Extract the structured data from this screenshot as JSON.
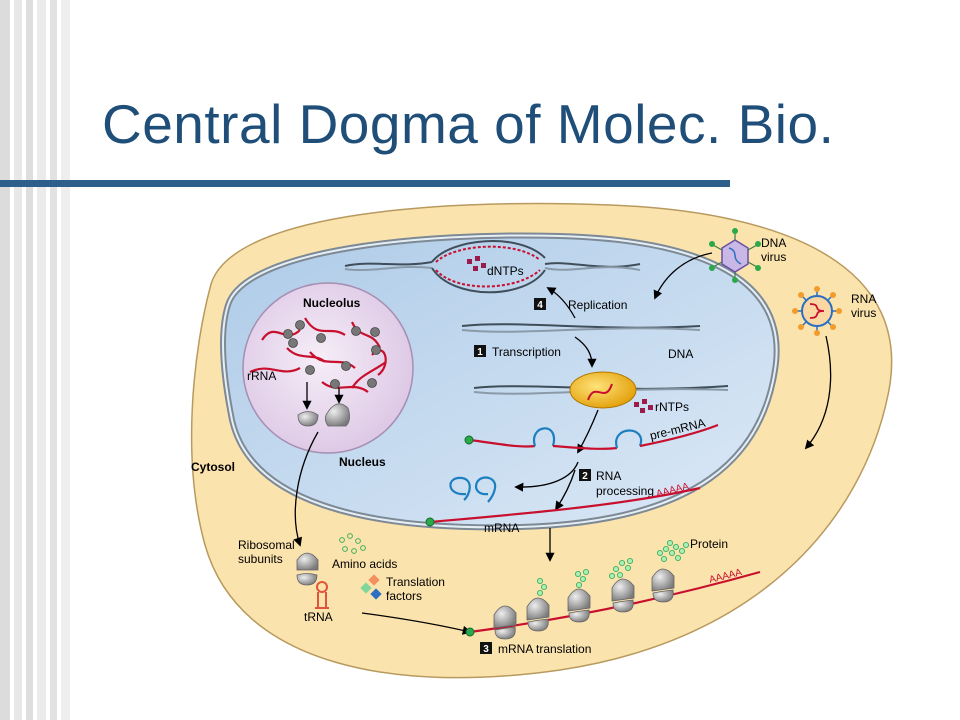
{
  "slide": {
    "title": "Central Dogma of Molec. Bio."
  },
  "colors": {
    "title": "#1f4e79",
    "rule": "#2e5f8a",
    "cytosol": "#fbe3ad",
    "nucleus": "#c9def2",
    "nucleolus": "#e9d9ee",
    "rna": "#c8102e",
    "ribosome": "#8c8c8c",
    "amino_acid": "#7fd89a",
    "polymerase": "#f2b516"
  },
  "diagram": {
    "compartments": {
      "nucleolus": "Nucleolus",
      "nucleus": "Nucleus",
      "cytosol": "Cytosol"
    },
    "molecules": {
      "rrna": "rRNA",
      "dntps": "dNTPs",
      "dna": "DNA",
      "rntps": "rNTPs",
      "pre_mrna": "pre-mRNA",
      "mrna": "mRNA",
      "poly_a_1": "AAAAA",
      "poly_a_2": "AAAAA",
      "ribosomal_subunits_1": "Ribosomal",
      "ribosomal_subunits_2": "subunits",
      "amino_acids": "Amino acids",
      "translation_factors_1": "Translation",
      "translation_factors_2": "factors",
      "trna": "tRNA",
      "protein": "Protein"
    },
    "viruses": {
      "dna_virus_1": "DNA",
      "dna_virus_2": "virus",
      "rna_virus_1": "RNA",
      "rna_virus_2": "virus"
    },
    "steps": [
      {
        "number": "1",
        "label": "Transcription"
      },
      {
        "number": "2",
        "label": "RNA",
        "label2": "processing"
      },
      {
        "number": "3",
        "label": "mRNA translation"
      },
      {
        "number": "4",
        "label": "Replication"
      }
    ]
  }
}
